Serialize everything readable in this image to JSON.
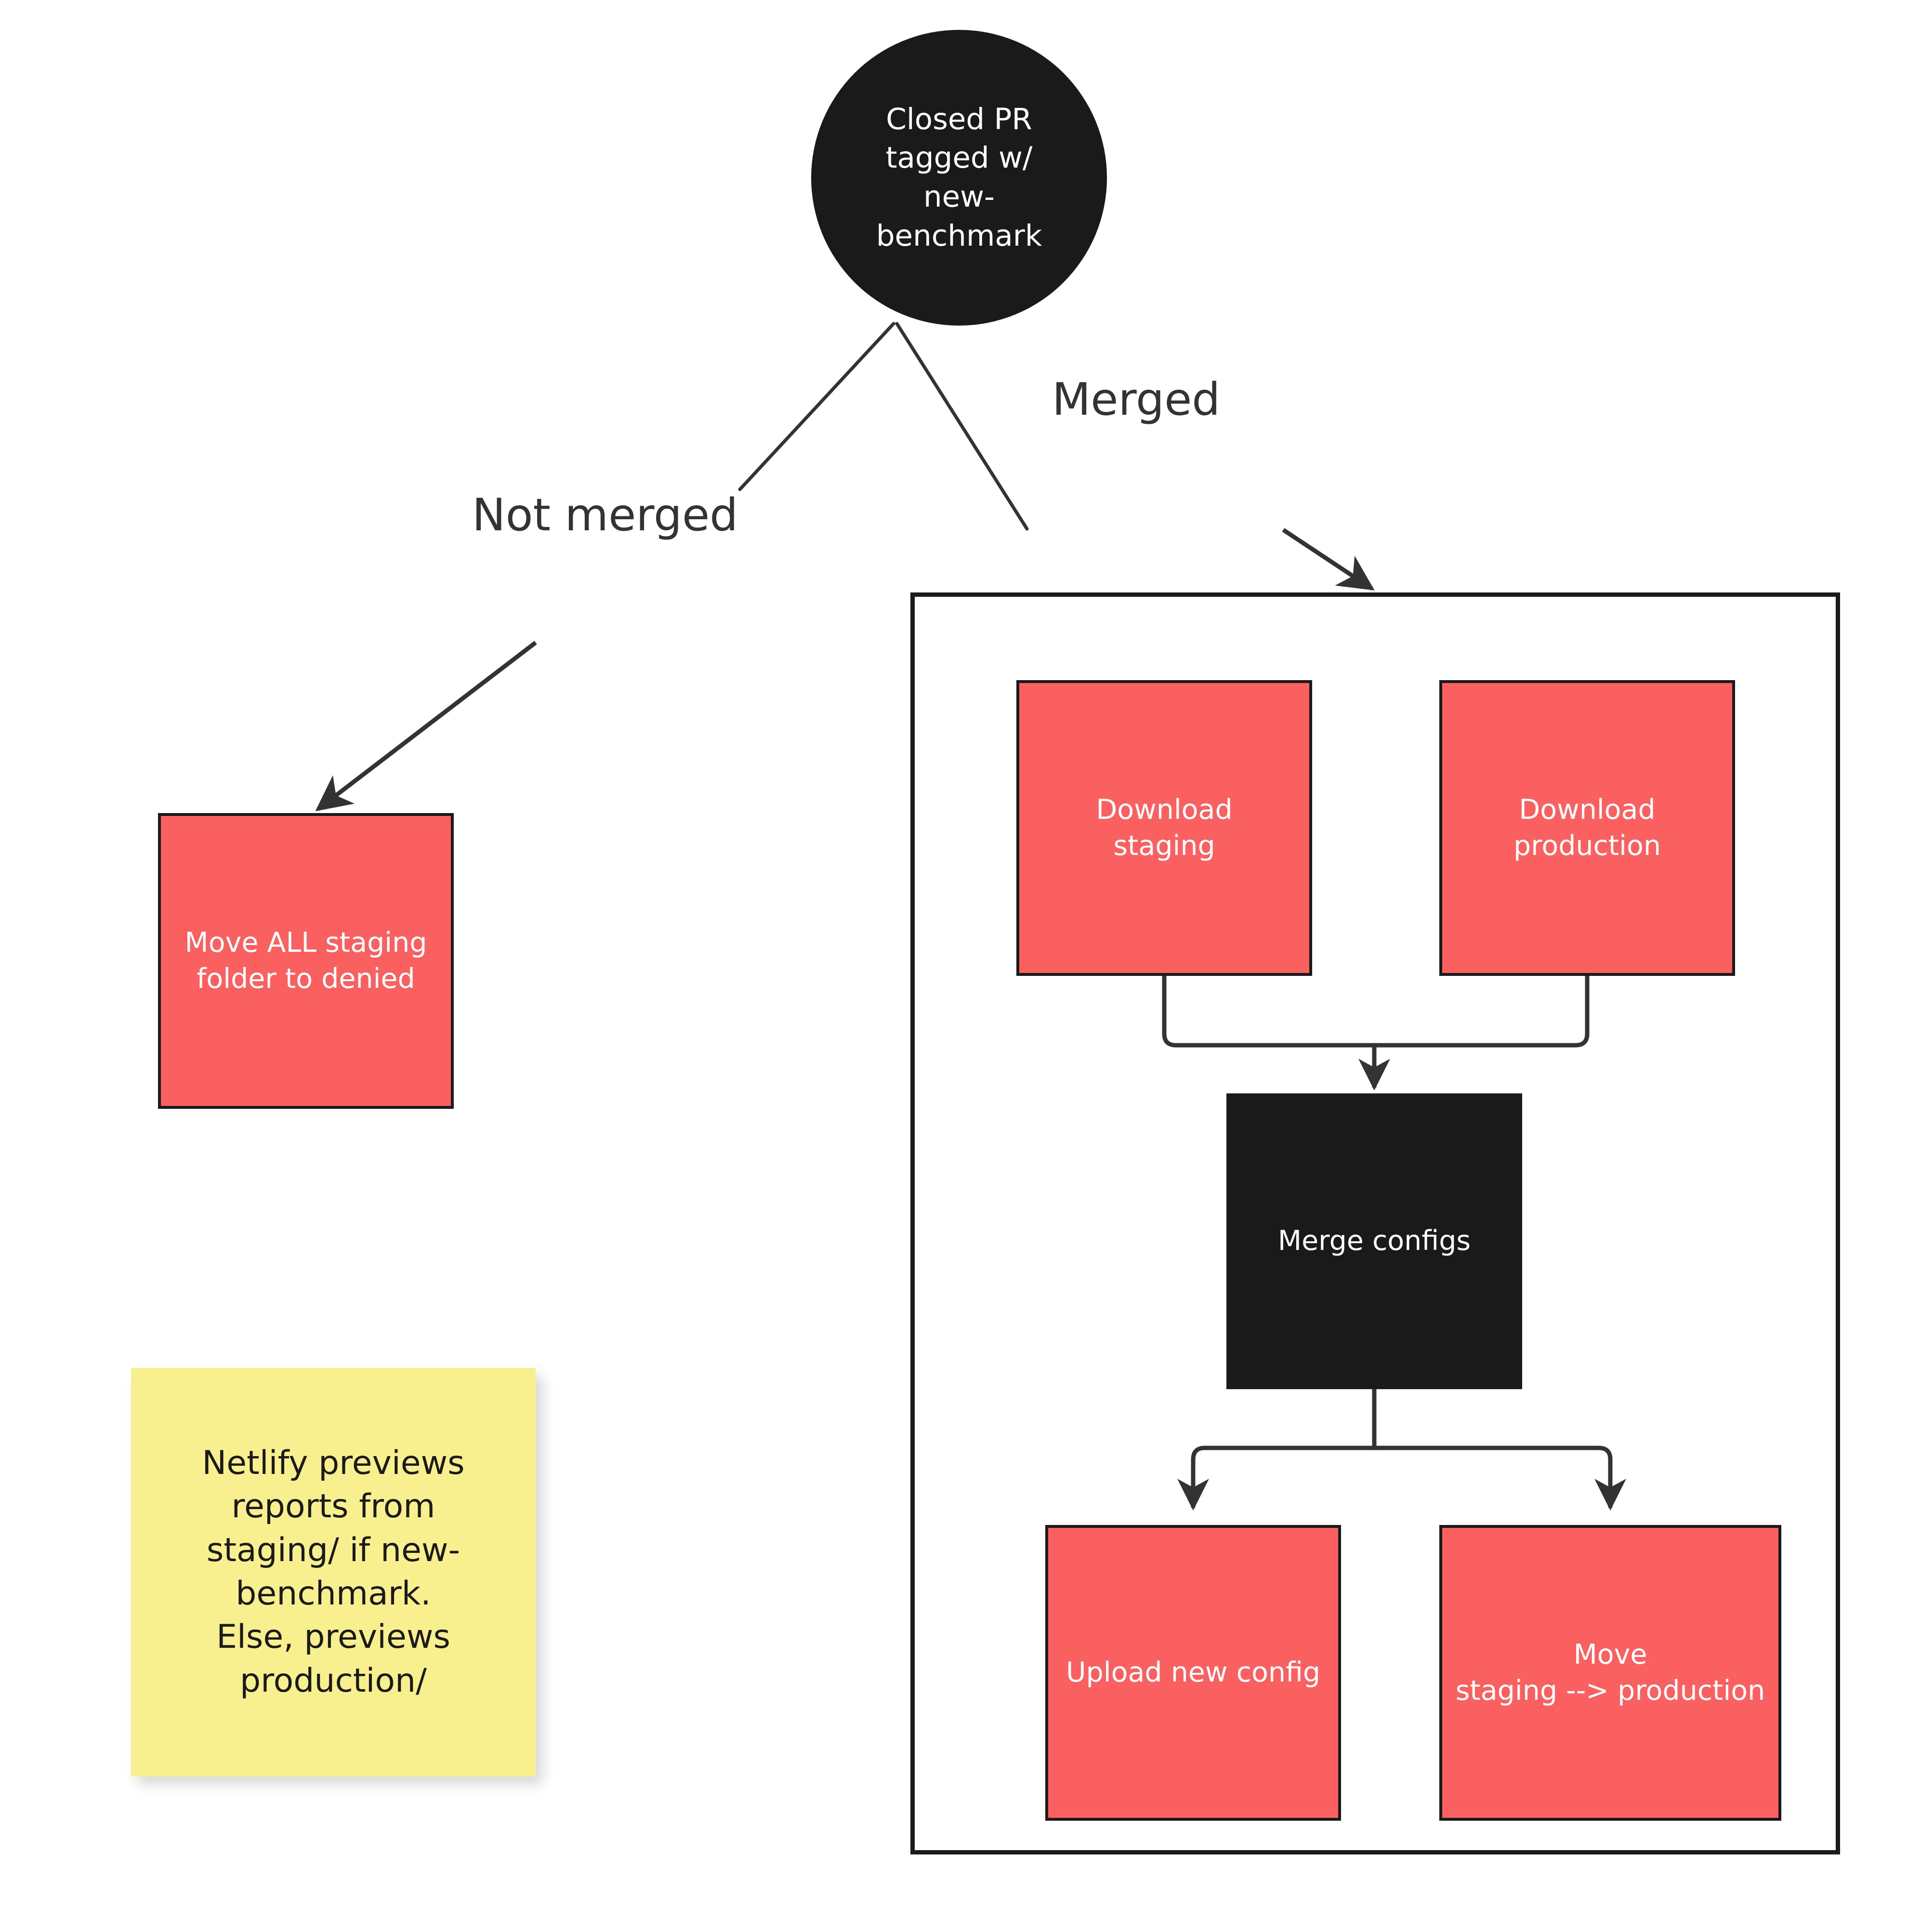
{
  "diagram": {
    "title_node": {
      "id": "closed-pr",
      "label": "Closed PR\ntagged w/\nnew-\nbenchmark",
      "shape": "circle",
      "fill": "#1a1a1a",
      "text_color": "#ffffff"
    },
    "edge_labels": {
      "merged": "Merged",
      "not_merged": "Not merged"
    },
    "not_merged_branch": {
      "box": {
        "id": "move-all-staging-to-denied",
        "label": "Move ALL staging\nfolder to denied",
        "shape": "rectangle",
        "fill": "#fb6060",
        "text_color": "#ffffff"
      }
    },
    "merged_branch": {
      "group_label": "",
      "nodes": [
        {
          "id": "download-staging",
          "label": "Download\nstaging",
          "shape": "rectangle",
          "fill": "#fb6060",
          "text_color": "#ffffff"
        },
        {
          "id": "download-production",
          "label": "Download\nproduction",
          "shape": "rectangle",
          "fill": "#fb6060",
          "text_color": "#ffffff"
        },
        {
          "id": "merge-configs",
          "label": "Merge configs",
          "shape": "rectangle",
          "fill": "#1a1a1a",
          "text_color": "#ffffff"
        },
        {
          "id": "upload-new-config",
          "label": "Upload new config",
          "shape": "rectangle",
          "fill": "#fb6060",
          "text_color": "#ffffff"
        },
        {
          "id": "move-staging-to-production",
          "label": "Move\nstaging --> production",
          "shape": "rectangle",
          "fill": "#fb6060",
          "text_color": "#ffffff"
        }
      ]
    },
    "sticky_note": {
      "text": "Netlify previews\nreports from\nstaging/ if new-\nbenchmark.\nElse, previews\nproduction/",
      "fill": "#f8ef8f",
      "text_color": "#1a1a1a"
    },
    "colors": {
      "red_fill": "#fb6060",
      "black_fill": "#1a1a1a",
      "yellow_fill": "#f8ef8f",
      "stroke": "#333333",
      "background": "#ffffff"
    }
  }
}
